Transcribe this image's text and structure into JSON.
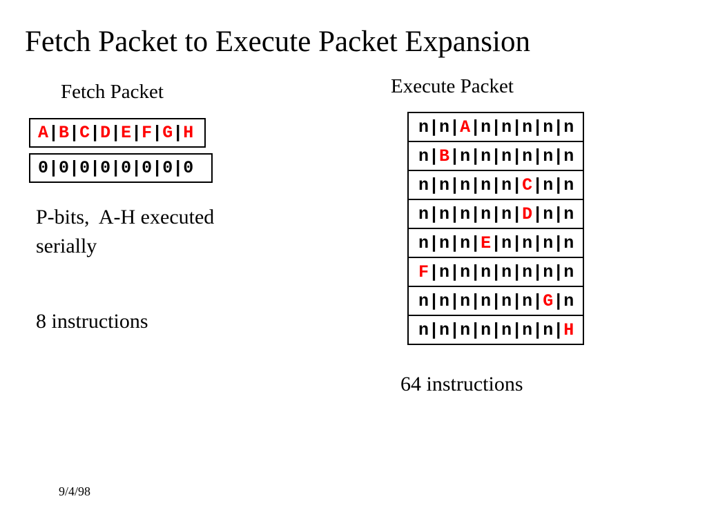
{
  "slide": {
    "title": "Fetch Packet to Execute Packet Expansion",
    "date": "9/4/98"
  },
  "packet": {
    "separator": "|"
  },
  "colors": {
    "highlight_red": "#ff0000",
    "text_black": "#000000",
    "background": "#ffffff"
  },
  "fetch": {
    "heading": "Fetch Packet",
    "instructions_row": [
      "A",
      "B",
      "C",
      "D",
      "E",
      "F",
      "G",
      "H"
    ],
    "pbits_row": [
      "0",
      "0",
      "0",
      "0",
      "0",
      "0",
      "0",
      "0"
    ],
    "note": "P-bits,  A-H executed\nserially",
    "count_label": "8 instructions"
  },
  "execute": {
    "heading": "Execute Packet",
    "rows": [
      [
        "n",
        "n",
        "A",
        "n",
        "n",
        "n",
        "n",
        "n"
      ],
      [
        "n",
        "B",
        "n",
        "n",
        "n",
        "n",
        "n",
        "n"
      ],
      [
        "n",
        "n",
        "n",
        "n",
        "n",
        "C",
        "n",
        "n"
      ],
      [
        "n",
        "n",
        "n",
        "n",
        "n",
        "D",
        "n",
        "n"
      ],
      [
        "n",
        "n",
        "n",
        "E",
        "n",
        "n",
        "n",
        "n"
      ],
      [
        "F",
        "n",
        "n",
        "n",
        "n",
        "n",
        "n",
        "n"
      ],
      [
        "n",
        "n",
        "n",
        "n",
        "n",
        "n",
        "G",
        "n"
      ],
      [
        "n",
        "n",
        "n",
        "n",
        "n",
        "n",
        "n",
        "H"
      ]
    ],
    "count_label": "64 instructions"
  }
}
